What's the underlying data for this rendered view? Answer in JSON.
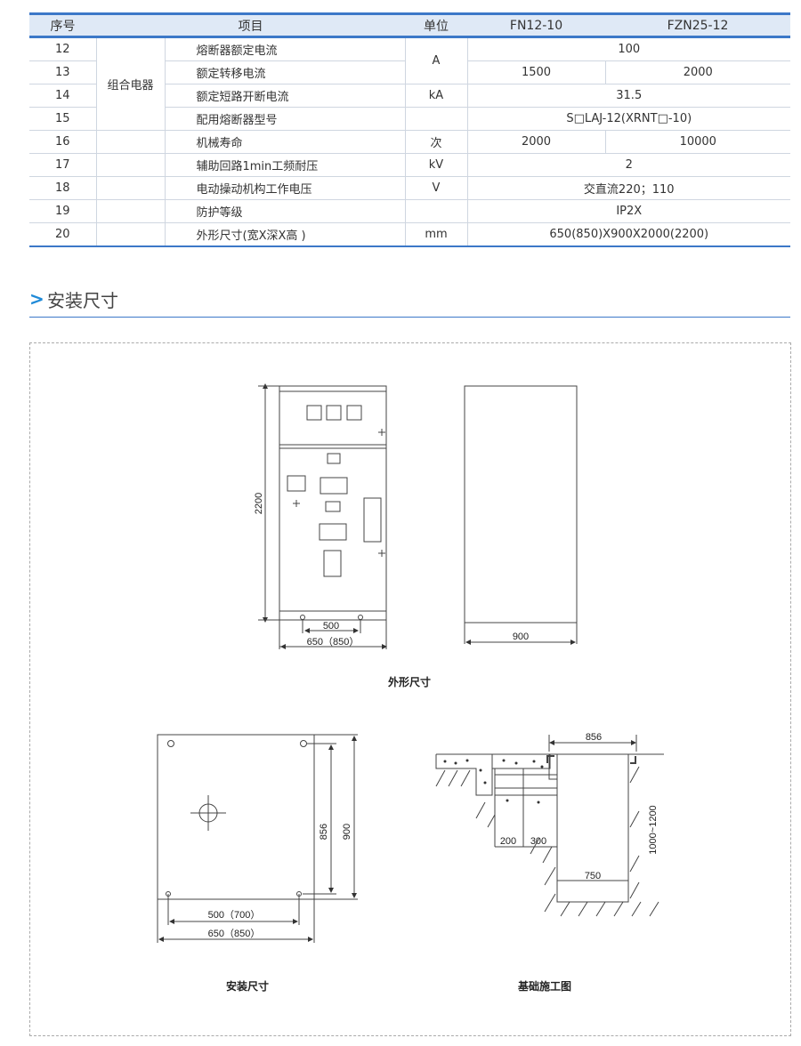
{
  "table": {
    "headers": [
      "序号",
      "项目",
      "单位",
      "FN12-10",
      "FZN25-12"
    ],
    "group_label": "组合电器",
    "rows": [
      {
        "no": "12",
        "item": "熔断器额定电流",
        "unit": "A",
        "v1": "100"
      },
      {
        "no": "13",
        "item": "额定转移电流",
        "v1": "1500",
        "v2": "2000"
      },
      {
        "no": "14",
        "item": "额定短路开断电流",
        "unit": "kA",
        "v1": "31.5"
      },
      {
        "no": "15",
        "item": "配用熔断器型号",
        "unit": "",
        "v1": "S□LAJ-12(XRNT□-10)"
      },
      {
        "no": "16",
        "item": "机械寿命",
        "unit": "次",
        "v1": "2000",
        "v2": "10000"
      },
      {
        "no": "17",
        "item": "辅助回路1min工频耐压",
        "unit": "kV",
        "v1": "2"
      },
      {
        "no": "18",
        "item": "电动操动机构工作电压",
        "unit": "V",
        "v1": "交直流220；110"
      },
      {
        "no": "19",
        "item": "防护等级",
        "unit": "",
        "v1": "IP2X"
      },
      {
        "no": "20",
        "item": "外形尺寸(宽X深X高 )",
        "unit": "mm",
        "v1": "650(850)X900X2000(2200)"
      }
    ]
  },
  "section": {
    "arrow": ">",
    "title": "安装尺寸"
  },
  "drawings": {
    "outline": {
      "h": "2200",
      "w1": "500",
      "w2": "650（850）",
      "depth": "900",
      "caption": "外形尺寸"
    },
    "install": {
      "d1": "856",
      "d2": "900",
      "w1": "500（700）",
      "w2": "650（850）",
      "caption": "安装尺寸"
    },
    "foundation": {
      "w": "856",
      "a": "200",
      "b": "300",
      "c": "750",
      "depth": "1000~1200",
      "caption": "基础施工图"
    }
  }
}
